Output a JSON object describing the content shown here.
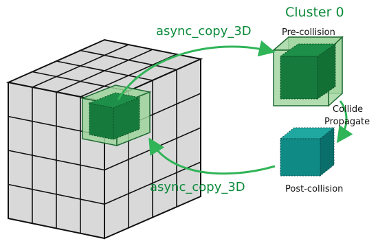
{
  "labels": {
    "cluster": "Cluster 0",
    "copy_out": "async_copy_3D",
    "copy_in": "async_copy_3D",
    "pre": "Pre-collision",
    "collide": "Collide",
    "propagate": "Propagate",
    "post": "Post-collision"
  },
  "colors": {
    "grid_face": "#d9d9d9",
    "grid_line": "#111111",
    "highlight_light": "#9fd49c",
    "highlight_dark": "#157a3c",
    "post_front": "#0f8a85",
    "post_top": "#1ea8a0",
    "post_side": "#0a6e6a",
    "arrow": "#2fb457",
    "label_green": "#0b8a3a"
  },
  "grid": {
    "cells_per_edge": 4
  }
}
